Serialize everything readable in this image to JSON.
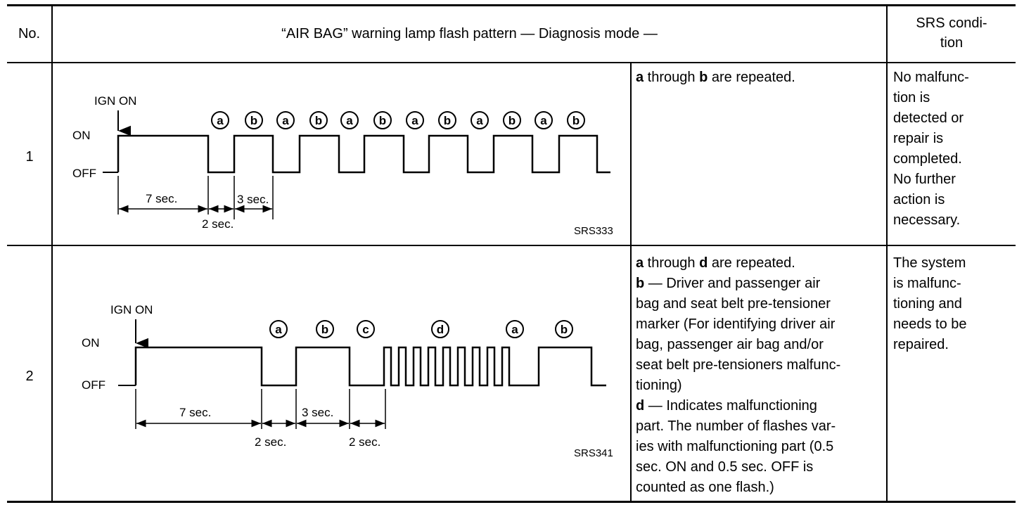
{
  "table": {
    "headers": {
      "no": "No.",
      "pattern": "“AIR BAG” warning lamp flash pattern — Diagnosis mode —",
      "condition_line1": "SRS condi-",
      "condition_line2": "tion"
    },
    "rows": [
      {
        "no": "1",
        "figure": {
          "ign_label": "IGN ON",
          "on_label": "ON",
          "off_label": "OFF",
          "markers": [
            "a",
            "b",
            "a",
            "b",
            "a",
            "b",
            "a",
            "b",
            "a",
            "b",
            "a",
            "b"
          ],
          "dim_7": "7 sec.",
          "dim_2": "2 sec.",
          "dim_3": "3 sec.",
          "code": "SRS333"
        },
        "desc_a": "a",
        "desc_through": " through ",
        "desc_b": "b",
        "desc_rest": " are repeated.",
        "condition_lines": [
          "No malfunc-",
          "tion is",
          "detected or",
          "repair is",
          "completed.",
          "No further",
          "action is",
          "necessary."
        ]
      },
      {
        "no": "2",
        "figure": {
          "ign_label": "IGN ON",
          "on_label": "ON",
          "off_label": "OFF",
          "markers": [
            "a",
            "b",
            "c",
            "d",
            "a",
            "b"
          ],
          "dim_7": "7 sec.",
          "dim_2a": "2 sec.",
          "dim_3": "3 sec.",
          "dim_2b": "2 sec.",
          "code": "SRS341"
        },
        "desc_a": "a",
        "desc_through": " through ",
        "desc_d": "d",
        "desc_rest": " are repeated.",
        "desc_b_key": "b",
        "desc_b_lines": [
          " — Driver and passenger air",
          "bag and seat belt pre-tensioner",
          "marker (For identifying driver air",
          "bag, passenger air bag and/or",
          "seat belt pre-tensioners malfunc-",
          "tioning)"
        ],
        "desc_d_key": "d",
        "desc_d_lines": [
          " — Indicates malfunctioning",
          "part. The number of flashes var-",
          "ies with malfunctioning part (0.5",
          "sec. ON and 0.5 sec. OFF is",
          "counted as one flash.)"
        ],
        "condition_lines": [
          "The system",
          "is malfunc-",
          "tioning and",
          "needs to be",
          "repaired."
        ]
      }
    ]
  }
}
